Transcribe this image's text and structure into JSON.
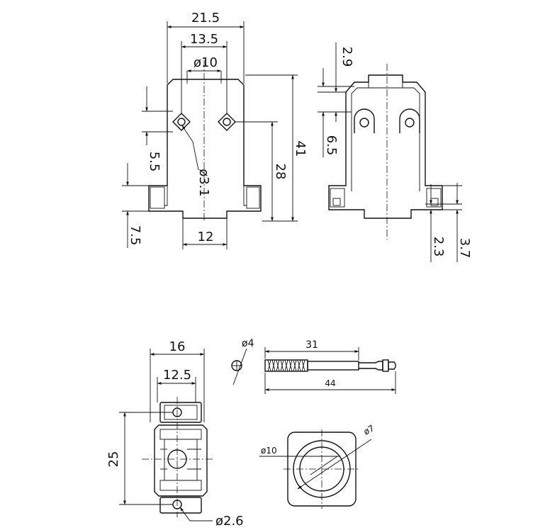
{
  "front_view": {
    "dim_width_outer": "21.5",
    "dim_width_holes": "13.5",
    "dim_bore": "ø10",
    "dim_height_total": "41",
    "dim_height_holes": "28",
    "dim_top_to_hole": "5.5",
    "dim_hole_dia": "ø3.1",
    "dim_flange": "7.5",
    "dim_bottom_width": "12"
  },
  "side_view": {
    "dim_top_wall": "2.9",
    "dim_hole_offset": "6.5",
    "dim_bottom_1": "2.3",
    "dim_bottom_2": "3.7"
  },
  "bottom_view": {
    "dim_width_outer": "16",
    "dim_width_holes": "12.5",
    "dim_height": "25",
    "dim_hole_dia": "ø2.6"
  },
  "screw_view": {
    "dim_head_dia": "ø4",
    "dim_thread_len": "31",
    "dim_total_len": "44"
  },
  "nut_view": {
    "dim_inner": "ø7",
    "dim_outer": "ø10"
  }
}
